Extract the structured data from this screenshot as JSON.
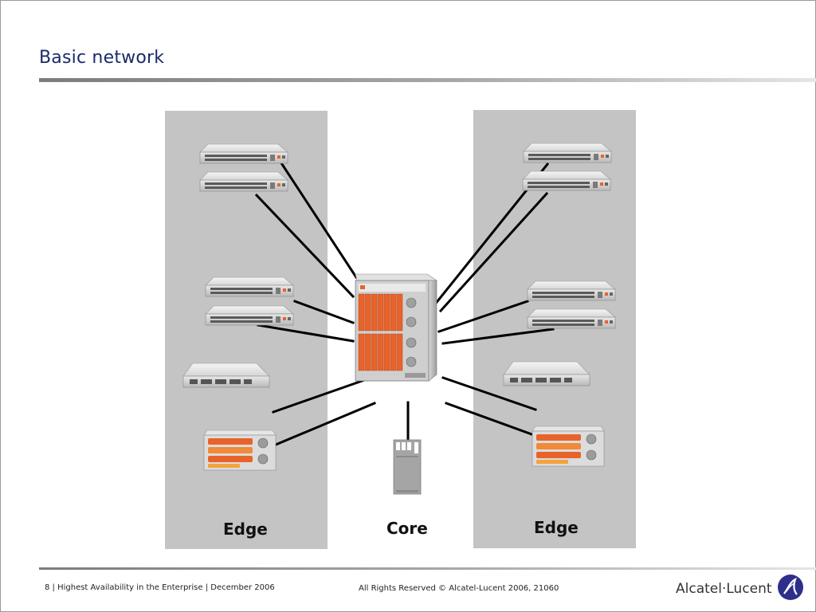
{
  "slide": {
    "title": "Basic network"
  },
  "labels": {
    "edge_left": "Edge",
    "core": "Core",
    "edge_right": "Edge"
  },
  "footer": {
    "left": "8 | Highest Availability in the Enterprise | December 2006",
    "center": "All Rights Reserved © Alcatel-Lucent 2006, 21060",
    "logo_text": "Alcatel·Lucent"
  },
  "icons": {
    "left_devices": [
      "switch-icon",
      "switch-icon",
      "switch-icon",
      "switch-icon",
      "chassis-switch-icon",
      "orange-chassis-icon"
    ],
    "core_device": "core-chassis-icon",
    "server": "server-icon",
    "right_devices": [
      "switch-icon",
      "switch-icon",
      "switch-icon",
      "switch-icon",
      "chassis-switch-icon",
      "orange-chassis-icon"
    ],
    "logo": "alcatel-lucent-logo-icon"
  },
  "colors": {
    "title": "#1b2a6b",
    "band": "#c4c4c4",
    "accent": "#e8632a",
    "logo": "#2e2f8a"
  }
}
